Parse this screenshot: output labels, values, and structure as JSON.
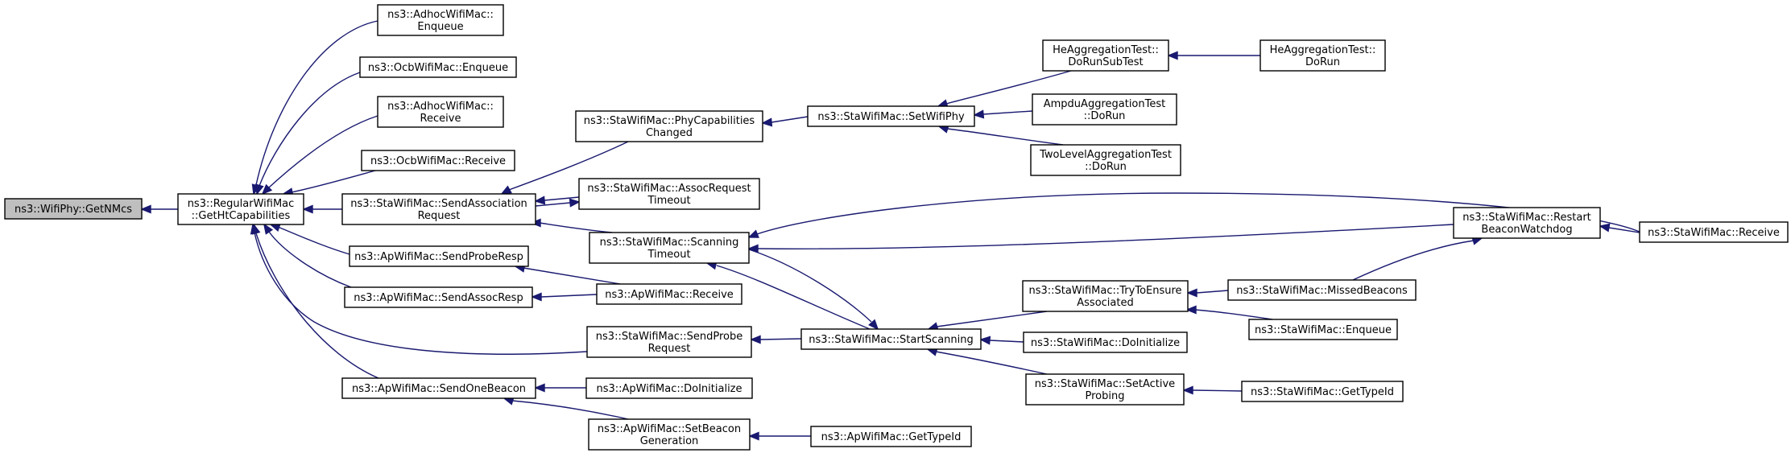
{
  "graph": {
    "colors": {
      "edge": "#191970",
      "node_fill": "#ffffff",
      "highlight_fill": "#bfbfbf",
      "border": "#000000"
    },
    "nodes": [
      {
        "id": "getnmcs",
        "lines": [
          "ns3::WifiPhy::GetNMcs"
        ],
        "highlight": true
      },
      {
        "id": "getht",
        "lines": [
          "ns3::RegularWifiMac",
          "::GetHtCapabilities"
        ]
      },
      {
        "id": "adhoc_enq",
        "lines": [
          "ns3::AdhocWifiMac::",
          "Enqueue"
        ]
      },
      {
        "id": "ocb_enq",
        "lines": [
          "ns3::OcbWifiMac::Enqueue"
        ]
      },
      {
        "id": "adhoc_recv",
        "lines": [
          "ns3::AdhocWifiMac::",
          "Receive"
        ]
      },
      {
        "id": "ocb_recv",
        "lines": [
          "ns3::OcbWifiMac::Receive"
        ]
      },
      {
        "id": "sta_sendassoc",
        "lines": [
          "ns3::StaWifiMac::SendAssociation",
          "Request"
        ]
      },
      {
        "id": "ap_sendproberesp",
        "lines": [
          "ns3::ApWifiMac::SendProbeResp"
        ]
      },
      {
        "id": "ap_sendassocresp",
        "lines": [
          "ns3::ApWifiMac::SendAssocResp"
        ]
      },
      {
        "id": "ap_sendonebeacon",
        "lines": [
          "ns3::ApWifiMac::SendOneBeacon"
        ]
      },
      {
        "id": "sta_phycap",
        "lines": [
          "ns3::StaWifiMac::PhyCapabilities",
          "Changed"
        ]
      },
      {
        "id": "sta_assoctimeout",
        "lines": [
          "ns3::StaWifiMac::AssocRequest",
          "Timeout"
        ]
      },
      {
        "id": "sta_scantimeout",
        "lines": [
          "ns3::StaWifiMac::Scanning",
          "Timeout"
        ]
      },
      {
        "id": "ap_receive",
        "lines": [
          "ns3::ApWifiMac::Receive"
        ]
      },
      {
        "id": "sta_sendprobe",
        "lines": [
          "ns3::StaWifiMac::SendProbe",
          "Request"
        ]
      },
      {
        "id": "ap_doinit",
        "lines": [
          "ns3::ApWifiMac::DoInitialize"
        ]
      },
      {
        "id": "ap_setbeacon",
        "lines": [
          "ns3::ApWifiMac::SetBeacon",
          "Generation"
        ]
      },
      {
        "id": "sta_setwifiphy",
        "lines": [
          "ns3::StaWifiMac::SetWifiPhy"
        ]
      },
      {
        "id": "sta_startscan",
        "lines": [
          "ns3::StaWifiMac::StartScanning"
        ]
      },
      {
        "id": "ap_gettypeid",
        "lines": [
          "ns3::ApWifiMac::GetTypeId"
        ]
      },
      {
        "id": "he_dorunsub",
        "lines": [
          "HeAggregationTest::",
          "DoRunSubTest"
        ]
      },
      {
        "id": "ampdu_dorun",
        "lines": [
          "AmpduAggregationTest",
          "::DoRun"
        ]
      },
      {
        "id": "twolevel_dorun",
        "lines": [
          "TwoLevelAggregationTest",
          "::DoRun"
        ]
      },
      {
        "id": "sta_tryensure",
        "lines": [
          "ns3::StaWifiMac::TryToEnsure",
          "Associated"
        ]
      },
      {
        "id": "sta_doinit",
        "lines": [
          "ns3::StaWifiMac::DoInitialize"
        ]
      },
      {
        "id": "sta_setactive",
        "lines": [
          "ns3::StaWifiMac::SetActive",
          "Probing"
        ]
      },
      {
        "id": "he_dorun",
        "lines": [
          "HeAggregationTest::",
          "DoRun"
        ]
      },
      {
        "id": "sta_restartbw",
        "lines": [
          "ns3::StaWifiMac::Restart",
          "BeaconWatchdog"
        ]
      },
      {
        "id": "sta_missed",
        "lines": [
          "ns3::StaWifiMac::MissedBeacons"
        ]
      },
      {
        "id": "sta_enqueue",
        "lines": [
          "ns3::StaWifiMac::Enqueue"
        ]
      },
      {
        "id": "sta_gettypeid",
        "lines": [
          "ns3::StaWifiMac::GetTypeId"
        ]
      },
      {
        "id": "sta_receive",
        "lines": [
          "ns3::StaWifiMac::Receive"
        ]
      }
    ],
    "edges": [
      {
        "from": "getht",
        "to": "getnmcs"
      },
      {
        "from": "adhoc_enq",
        "to": "getht"
      },
      {
        "from": "ocb_enq",
        "to": "getht"
      },
      {
        "from": "adhoc_recv",
        "to": "getht"
      },
      {
        "from": "ocb_recv",
        "to": "getht"
      },
      {
        "from": "sta_sendassoc",
        "to": "getht"
      },
      {
        "from": "ap_sendproberesp",
        "to": "getht"
      },
      {
        "from": "ap_sendassocresp",
        "to": "getht"
      },
      {
        "from": "sta_sendprobe",
        "to": "getht"
      },
      {
        "from": "ap_sendonebeacon",
        "to": "getht"
      },
      {
        "from": "sta_phycap",
        "to": "sta_sendassoc"
      },
      {
        "from": "sta_assoctimeout",
        "to": "sta_sendassoc"
      },
      {
        "from": "sta_sendassoc",
        "to": "sta_assoctimeout"
      },
      {
        "from": "sta_scantimeout",
        "to": "sta_sendassoc"
      },
      {
        "from": "ap_receive",
        "to": "ap_sendproberesp"
      },
      {
        "from": "ap_receive",
        "to": "ap_sendassocresp"
      },
      {
        "from": "ap_doinit",
        "to": "ap_sendonebeacon"
      },
      {
        "from": "ap_setbeacon",
        "to": "ap_sendonebeacon"
      },
      {
        "from": "sta_setwifiphy",
        "to": "sta_phycap"
      },
      {
        "from": "sta_startscan",
        "to": "sta_scantimeout"
      },
      {
        "from": "sta_scantimeout",
        "to": "sta_startscan"
      },
      {
        "from": "sta_restartbw",
        "to": "sta_scantimeout"
      },
      {
        "from": "sta_receive",
        "to": "sta_scantimeout"
      },
      {
        "from": "sta_startscan",
        "to": "sta_sendprobe"
      },
      {
        "from": "ap_gettypeid",
        "to": "ap_setbeacon"
      },
      {
        "from": "he_dorunsub",
        "to": "sta_setwifiphy"
      },
      {
        "from": "ampdu_dorun",
        "to": "sta_setwifiphy"
      },
      {
        "from": "twolevel_dorun",
        "to": "sta_setwifiphy"
      },
      {
        "from": "sta_tryensure",
        "to": "sta_startscan"
      },
      {
        "from": "sta_doinit",
        "to": "sta_startscan"
      },
      {
        "from": "sta_setactive",
        "to": "sta_startscan"
      },
      {
        "from": "he_dorun",
        "to": "he_dorunsub"
      },
      {
        "from": "sta_missed",
        "to": "sta_tryensure"
      },
      {
        "from": "sta_enqueue",
        "to": "sta_tryensure"
      },
      {
        "from": "sta_gettypeid",
        "to": "sta_setactive"
      },
      {
        "from": "sta_missed",
        "to": "sta_restartbw"
      },
      {
        "from": "sta_receive",
        "to": "sta_restartbw"
      }
    ]
  }
}
